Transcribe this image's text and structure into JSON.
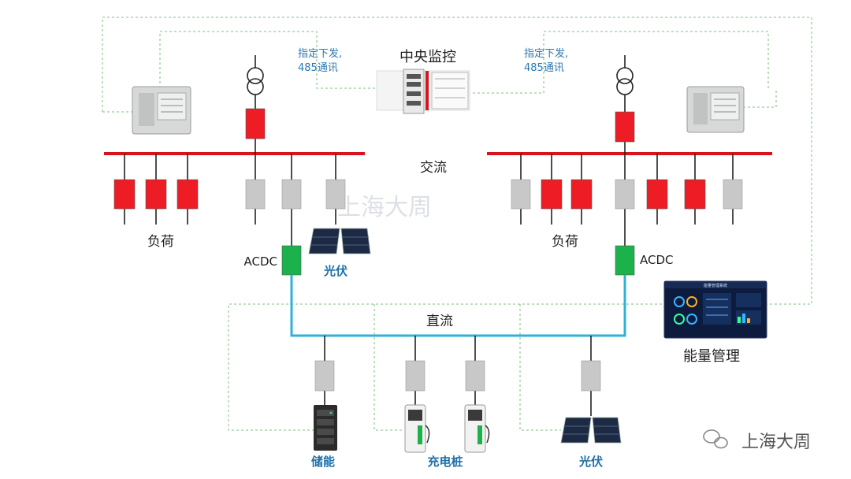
{
  "labels": {
    "central": "中央监控",
    "instruction_left_1": "指定下发,",
    "instruction_left_2": "485通讯",
    "instruction_right_1": "指定下发,",
    "instruction_right_2": "485通讯",
    "ac": "交流",
    "dc": "直流",
    "load_left": "负荷",
    "load_right": "负荷",
    "acdc_left": "ACDC",
    "acdc_right": "ACDC",
    "pv_top": "光伏",
    "pv_bottom": "光伏",
    "storage": "储能",
    "charging": "充电桩",
    "energy_mgmt": "能量管理",
    "watermark": "上海大周",
    "wechat_brand": "上海大周",
    "ems_screen_title": "能量管理系统"
  },
  "colors": {
    "ac_bus": "#d9131b",
    "dc_bus": "#2fb0d8",
    "active_device": "#ee1c25",
    "idle_device": "#c8c8c8",
    "converter": "#1cb24b",
    "comm_line": "#7fbf7f"
  }
}
